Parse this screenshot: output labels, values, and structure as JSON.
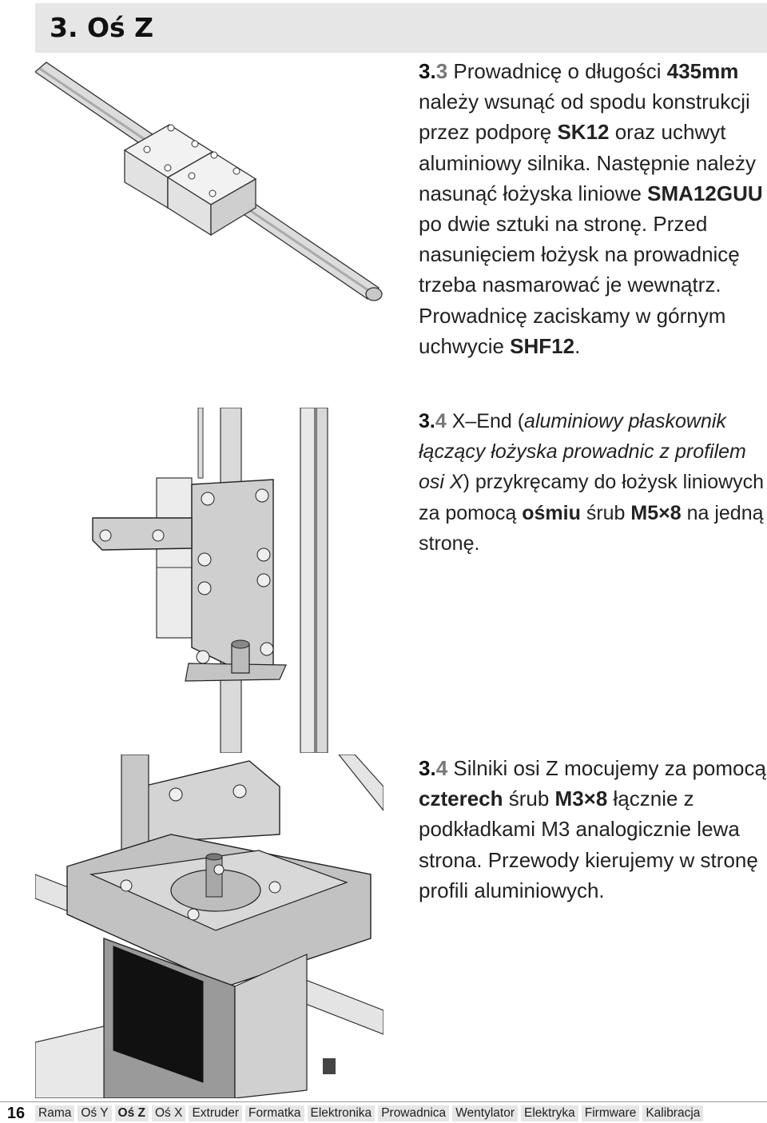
{
  "header": {
    "chapter_title": "3. Oś Z"
  },
  "steps": [
    {
      "number_major": "3.",
      "number_minor": "3",
      "t1": " Prowadnicę o długości ",
      "h1": "435mm",
      "t2": " należy wsunąć od spodu konstrukcji przez podporę ",
      "h2": "SK12",
      "t3": " oraz uchwyt aluminiowy silnika. Następnie należy nasunąć łożyska liniowe ",
      "h3": "SMA12GUU",
      "t4": " po dwie sztuki na stronę. Przed nasunięciem łożysk na prowadnicę trzeba nasmarować je wewnątrz. Prowadnicę zaciskamy w górnym uchwycie ",
      "h4": "SHF12",
      "t5": "."
    },
    {
      "number_major": "3.",
      "number_minor": "4",
      "t1": " X–End (",
      "i1": "aluminiowy płaskownik łączący łożyska prowadnic z profilem osi X",
      "t2": ") przykręcamy do łożysk liniowych za pomocą ",
      "h1": "ośmiu",
      "t3": " śrub ",
      "h2": "M5×8",
      "t4": " na jedną stronę."
    },
    {
      "number_major": "3.",
      "number_minor": "4",
      "t1": " Silniki osi Z mocujemy za pomocą ",
      "h1": "czterech",
      "t2": " śrub ",
      "h2": "M3×8",
      "t3": " łącznie z podkładkami M3 analogicznie lewa strona. Przewody kierujemy w stronę profili aluminiowych."
    }
  ],
  "footer": {
    "page_number": "16",
    "nav": [
      "Rama",
      "Oś Y",
      "Oś Z",
      "Oś X",
      "Extruder",
      "Formatka",
      "Elektronika",
      "Prowadnica",
      "Wentylator",
      "Elektryka",
      "Firmware",
      "Kalibracja"
    ],
    "active_nav": "Oś Z"
  }
}
